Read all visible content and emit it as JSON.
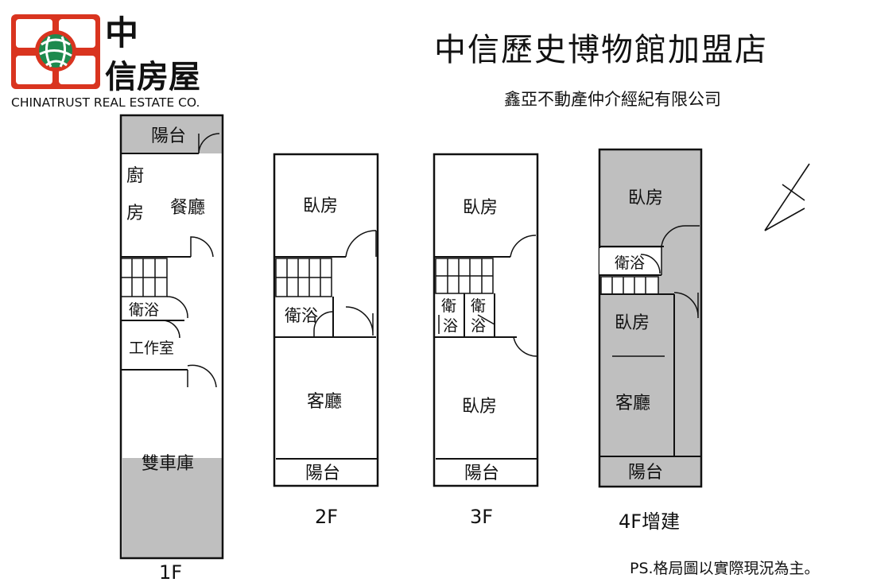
{
  "logo": {
    "name_line1": "中",
    "name_line2": "信房屋",
    "english": "CHINATRUST REAL ESTATE CO.",
    "brand_red": "#d9341f",
    "brand_green": "#1d8a4e"
  },
  "header": {
    "title": "中信歷史博物館加盟店",
    "subtitle": "鑫亞不動產仲介經紀有限公司"
  },
  "floors": {
    "f1": {
      "label": "1F",
      "balcony": "陽台",
      "kitchen_1": "廚",
      "kitchen_2": "房",
      "dining": "餐廳",
      "bath": "衛浴",
      "workroom": "工作室",
      "garage": "雙車庫"
    },
    "f2": {
      "label": "2F",
      "bedroom": "臥房",
      "bath": "衛浴",
      "living": "客廳",
      "balcony": "陽台"
    },
    "f3": {
      "label": "3F",
      "bedroom_top": "臥房",
      "bath_a_1": "衛",
      "bath_a_2": "浴",
      "bath_b_1": "衛",
      "bath_b_2": "浴",
      "bedroom_bottom": "臥房",
      "balcony": "陽台"
    },
    "f4": {
      "label": "4F增建",
      "bedroom_top": "臥房",
      "bath": "衛浴",
      "bedroom_mid": "臥房",
      "living": "客廳",
      "balcony": "陽台"
    }
  },
  "compass": {
    "icon": "north-arrow-icon"
  },
  "note": {
    "text": "PS.格局圖以實際現況為主。",
    "color": "#c81e1e"
  },
  "colors": {
    "shade": "#bfbfbf",
    "wall": "#111111"
  }
}
